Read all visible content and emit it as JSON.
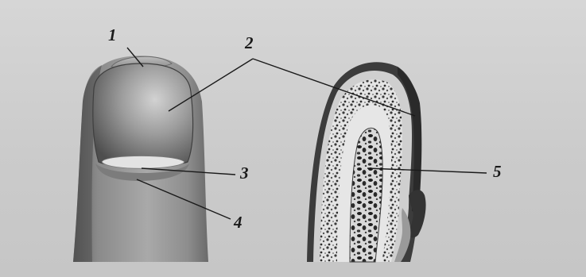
{
  "figure": {
    "callouts": {
      "c1": "1",
      "c2": "2",
      "c3": "3",
      "c4": "4",
      "c5": "5"
    }
  }
}
